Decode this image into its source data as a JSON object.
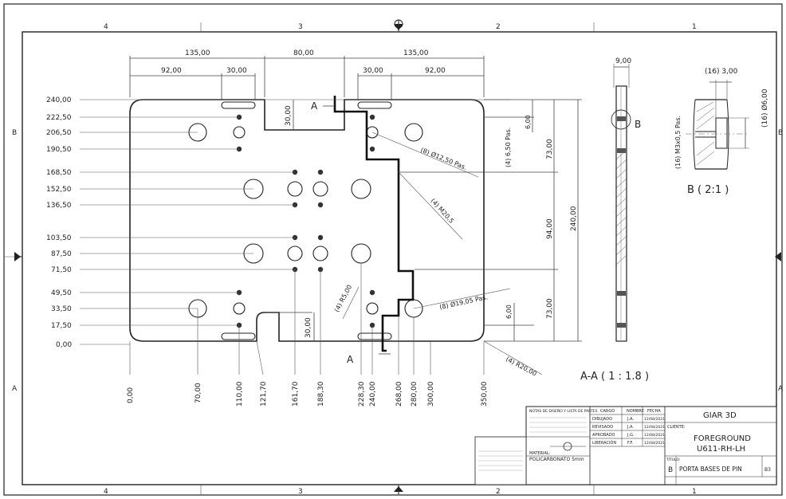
{
  "zones": {
    "columns": [
      "4",
      "3",
      "2",
      "1"
    ],
    "rows": [
      "B",
      "A"
    ]
  },
  "top_dims": {
    "d135_left": "135,00",
    "d92_left": "92,00",
    "d30_left": "30,00",
    "d80": "80,00",
    "d135_right": "135,00",
    "d30_right": "30,00",
    "d92_right": "92,00"
  },
  "y_coords": [
    "240,00",
    "222,50",
    "206,50",
    "190,50",
    "168,50",
    "152,50",
    "136,50",
    "103,50",
    "87,50",
    "71,50",
    "49,50",
    "33,50",
    "17,50",
    "0,00"
  ],
  "x_coords": [
    "0,00",
    "70,00",
    "110,00",
    "121,70",
    "161,70",
    "188,30",
    "228,30",
    "240,00",
    "268,00",
    "280,00",
    "300,00",
    "350,00"
  ],
  "section_marks": {
    "a_top": "A",
    "a_bottom": "A"
  },
  "callouts": {
    "d30_notch_top": "30,00",
    "d30_notch_bottom": "30,00",
    "pass_650": "(4) 6,50 Pas.",
    "d600_top": "6,00",
    "d600_bottom": "6,00",
    "hole_1250": "(8) Ø12,50 Pas.",
    "thread_m20": "(4) M20,5",
    "hole_1905": "(8) Ø19,05 Pas.",
    "radius_r5": "(4) R5,00",
    "radius_r20": "(4) R20,00",
    "v7300_top": "73,00",
    "v9400": "94,00",
    "v24000": "240,00",
    "v7300_bottom": "73,00"
  },
  "section_view": {
    "width": "9,00",
    "detail_marker": "B",
    "label": "A-A ( 1 : 1.8 )"
  },
  "detail_view": {
    "depth": "(16) 3,00",
    "diameter": "(16) Ø6,00",
    "thread": "(16) M3x0,5 Pas.",
    "label": "B ( 2:1 )"
  },
  "title_block": {
    "company": "GIAR 3D",
    "client_label": "CLIENTE:",
    "project_line1": "FOREGROUND",
    "project_line2": "U611-RH-LH",
    "title_label": "TÍTULO:",
    "size": "B",
    "part_name": "PORTA BASES DE PIN",
    "sheet_code": "B3",
    "material_label": "MATERIAL:",
    "material": "POLICARBONATO 5mm",
    "rows": [
      "DIBUJADO",
      "REVISADO",
      "APROBADO",
      "LIBERACIÓN"
    ],
    "names": [
      "J.A.",
      "J.A.",
      "J.G.",
      "F.F."
    ],
    "dates": [
      "12/08/2021",
      "12/08/2021",
      "12/08/2021",
      "12/08/2021"
    ],
    "header_cols": [
      "CARGO",
      "NOMBRE",
      "FECHA"
    ],
    "notes_head": "NOTAS DE DISEÑO Y LISTA DE PARTES"
  }
}
